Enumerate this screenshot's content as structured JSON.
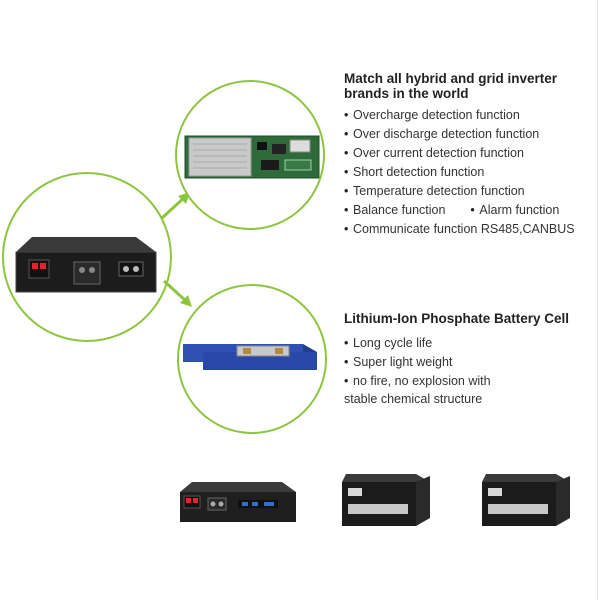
{
  "colors": {
    "accent": "#8cc63f",
    "cell_blue": "#2f4fb3",
    "pcb_green": "#2e6a3a"
  },
  "features": {
    "title": "Match all hybrid and grid inverter brands in the world",
    "items": [
      "Overcharge detection function",
      "Over discharge detection function",
      "Over current detection function",
      "Short detection function",
      "Temperature detection function",
      "Balance function",
      "Alarm function",
      "Communicate function RS485,CANBUS"
    ]
  },
  "cell": {
    "title": "Lithium-Ion Phosphate Battery Cell",
    "items": [
      "Long cycle life",
      "Super light weight",
      "no fire, no explosion with",
      "stable chemical structure"
    ]
  },
  "icons": [
    "bms-board-image",
    "lifepo4-cell-image",
    "battery-module-image",
    "arrow-icon"
  ]
}
